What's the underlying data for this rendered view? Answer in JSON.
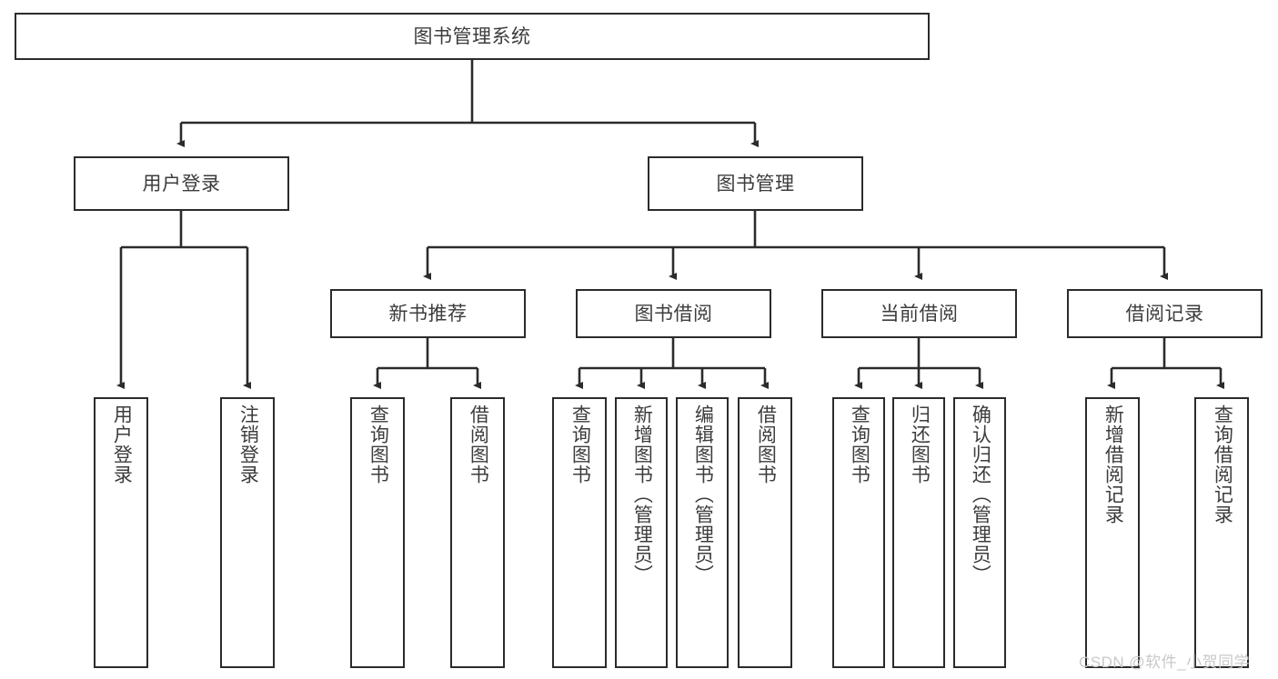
{
  "diagram": {
    "kind": "tree-hierarchy",
    "title_node": {
      "id": "root",
      "label": "图书管理系统"
    },
    "level2": [
      {
        "id": "user-login",
        "label": "用户登录"
      },
      {
        "id": "book-manage",
        "label": "图书管理"
      }
    ],
    "level3": [
      {
        "id": "new-book-recommend",
        "label": "新书推荐"
      },
      {
        "id": "book-borrow",
        "label": "图书借阅"
      },
      {
        "id": "current-borrow",
        "label": "当前借阅"
      },
      {
        "id": "borrow-record",
        "label": "借阅记录"
      }
    ],
    "leaves": {
      "user_login": [
        {
          "id": "leaf-user-login",
          "label": "用户登录"
        },
        {
          "id": "leaf-logout-login",
          "label": "注销登录"
        }
      ],
      "new_book_recommend": [
        {
          "id": "leaf-query-book-1",
          "label": "查询图书"
        },
        {
          "id": "leaf-borrow-book-1",
          "label": "借阅图书"
        }
      ],
      "book_borrow": [
        {
          "id": "leaf-query-book-2",
          "label": "查询图书"
        },
        {
          "id": "leaf-add-book",
          "label": "新增图书（管理员）"
        },
        {
          "id": "leaf-edit-book",
          "label": "编辑图书（管理员）"
        },
        {
          "id": "leaf-borrow-book-2",
          "label": "借阅图书"
        }
      ],
      "current_borrow": [
        {
          "id": "leaf-query-book-3",
          "label": "查询图书"
        },
        {
          "id": "leaf-return-book",
          "label": "归还图书"
        },
        {
          "id": "leaf-confirm-return",
          "label": "确认归还（管理员）"
        }
      ],
      "borrow_record": [
        {
          "id": "leaf-add-record",
          "label": "新增借阅记录"
        },
        {
          "id": "leaf-query-record",
          "label": "查询借阅记录"
        }
      ]
    },
    "watermark": "CSDN @软件_小贺同学",
    "colors": {
      "stroke": "#2b2b2b",
      "text": "#3c3c3c",
      "background": "#ffffff",
      "watermark": "#c9c9c9"
    }
  }
}
